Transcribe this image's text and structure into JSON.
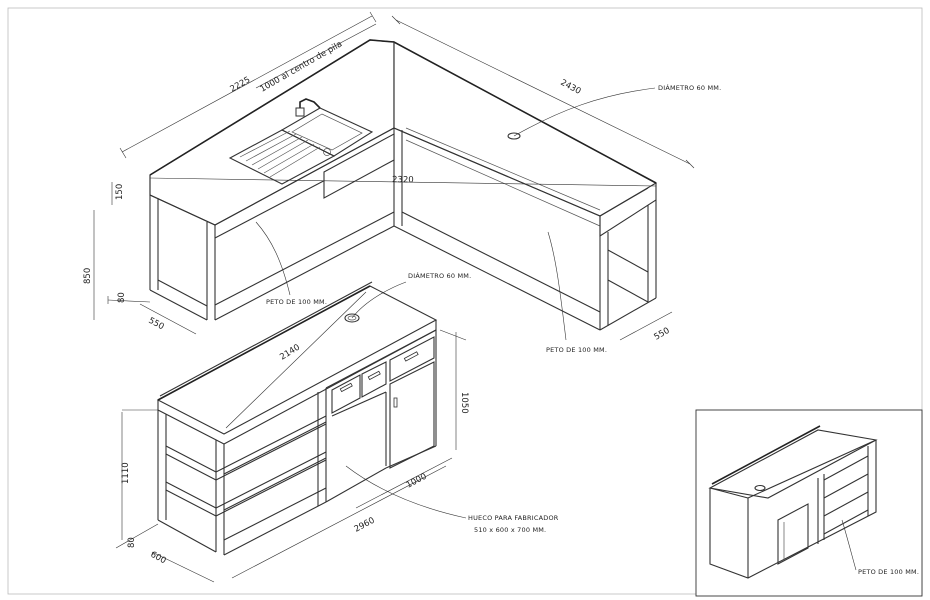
{
  "dimensions": {
    "top_total": "2225",
    "top_sink_center": "1000 al centro de pila",
    "top_right_length": "2430",
    "top_diagonal": "2320",
    "top_height_150": "150",
    "top_height_850": "850",
    "top_height_80": "80",
    "top_depth_left": "550",
    "top_depth_right": "550",
    "island_diagonal": "2140",
    "island_height_1050": "1050",
    "island_height_1110": "1110",
    "island_height_80": "80",
    "island_depth": "600",
    "island_length": "2960",
    "island_hueco_width": "1000"
  },
  "notes": {
    "diameter_top": "DIÁMETRO 60 MM.",
    "diameter_island": "DIÁMETRO 60 MM.",
    "peto_left": "PETO DE 100 MM.",
    "peto_right": "PETO DE 100 MM.",
    "hueco_line1": "HUECO PARA FABRICADOR",
    "hueco_line2": "510 x 600 x 700 MM.",
    "peto_inset": "PETO DE 100 MM."
  }
}
